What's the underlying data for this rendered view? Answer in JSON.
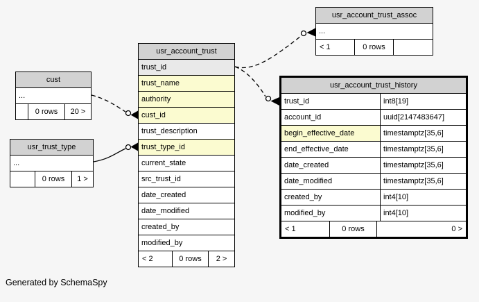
{
  "colors": {
    "page_bg": "#f6f6f6",
    "header_bg": "#d2d2d2",
    "pk_bg": "#e9e9e9",
    "indexed_bg": "#fbfbd0",
    "row_bg": "#ffffff",
    "border_color": "#000000",
    "text_color": "#000000"
  },
  "credit": "Generated by SchemaSpy",
  "tables": {
    "cust": {
      "title": "cust",
      "rows": [
        {
          "name": "..."
        }
      ],
      "footer": {
        "prev": "",
        "count": "0 rows",
        "next": "20 >"
      }
    },
    "usr_trust_type": {
      "title": "usr_trust_type",
      "rows": [
        {
          "name": "..."
        }
      ],
      "footer": {
        "prev": "",
        "count": "0 rows",
        "next": "1 >"
      }
    },
    "usr_account_trust": {
      "title": "usr_account_trust",
      "rows": [
        {
          "name": "trust_id",
          "key": "primary"
        },
        {
          "name": "trust_name",
          "key": "indexed"
        },
        {
          "name": "authority",
          "key": "indexed"
        },
        {
          "name": "cust_id",
          "key": "indexed"
        },
        {
          "name": "trust_description",
          "key": ""
        },
        {
          "name": "trust_type_id",
          "key": "indexed"
        },
        {
          "name": "current_state",
          "key": ""
        },
        {
          "name": "src_trust_id",
          "key": ""
        },
        {
          "name": "date_created",
          "key": ""
        },
        {
          "name": "date_modified",
          "key": ""
        },
        {
          "name": "created_by",
          "key": ""
        },
        {
          "name": "modified_by",
          "key": ""
        }
      ],
      "footer": {
        "prev": "< 2",
        "count": "0 rows",
        "next": "2 >"
      }
    },
    "usr_account_trust_assoc": {
      "title": "usr_account_trust_assoc",
      "rows": [
        {
          "name": "..."
        }
      ],
      "footer": {
        "prev": "< 1",
        "count": "0 rows",
        "next": ""
      }
    },
    "usr_account_trust_history": {
      "title": "usr_account_trust_history",
      "rows": [
        {
          "name": "trust_id",
          "type": "int8[19]",
          "key": ""
        },
        {
          "name": "account_id",
          "type": "uuid[2147483647]",
          "key": ""
        },
        {
          "name": "begin_effective_date",
          "type": "timestamptz[35,6]",
          "key": "indexed"
        },
        {
          "name": "end_effective_date",
          "type": "timestamptz[35,6]",
          "key": ""
        },
        {
          "name": "date_created",
          "type": "timestamptz[35,6]",
          "key": ""
        },
        {
          "name": "date_modified",
          "type": "timestamptz[35,6]",
          "key": ""
        },
        {
          "name": "created_by",
          "type": "int4[10]",
          "key": ""
        },
        {
          "name": "modified_by",
          "type": "int4[10]",
          "key": ""
        }
      ],
      "footer": {
        "prev": "< 1",
        "count": "0 rows",
        "next": "0 >"
      }
    }
  },
  "relationships": [
    {
      "from": "cust",
      "to": "usr_account_trust.cust_id",
      "style": "dashed",
      "cardinality": "zero-or-many"
    },
    {
      "from": "usr_trust_type",
      "to": "usr_account_trust.trust_type_id",
      "style": "solid",
      "cardinality": "zero-or-many"
    },
    {
      "from": "usr_account_trust.trust_id",
      "to": "usr_account_trust_assoc",
      "style": "dashed",
      "cardinality": "zero-or-many"
    },
    {
      "from": "usr_account_trust.trust_id",
      "to": "usr_account_trust_history.trust_id",
      "style": "dashed",
      "cardinality": "zero-or-many"
    }
  ]
}
